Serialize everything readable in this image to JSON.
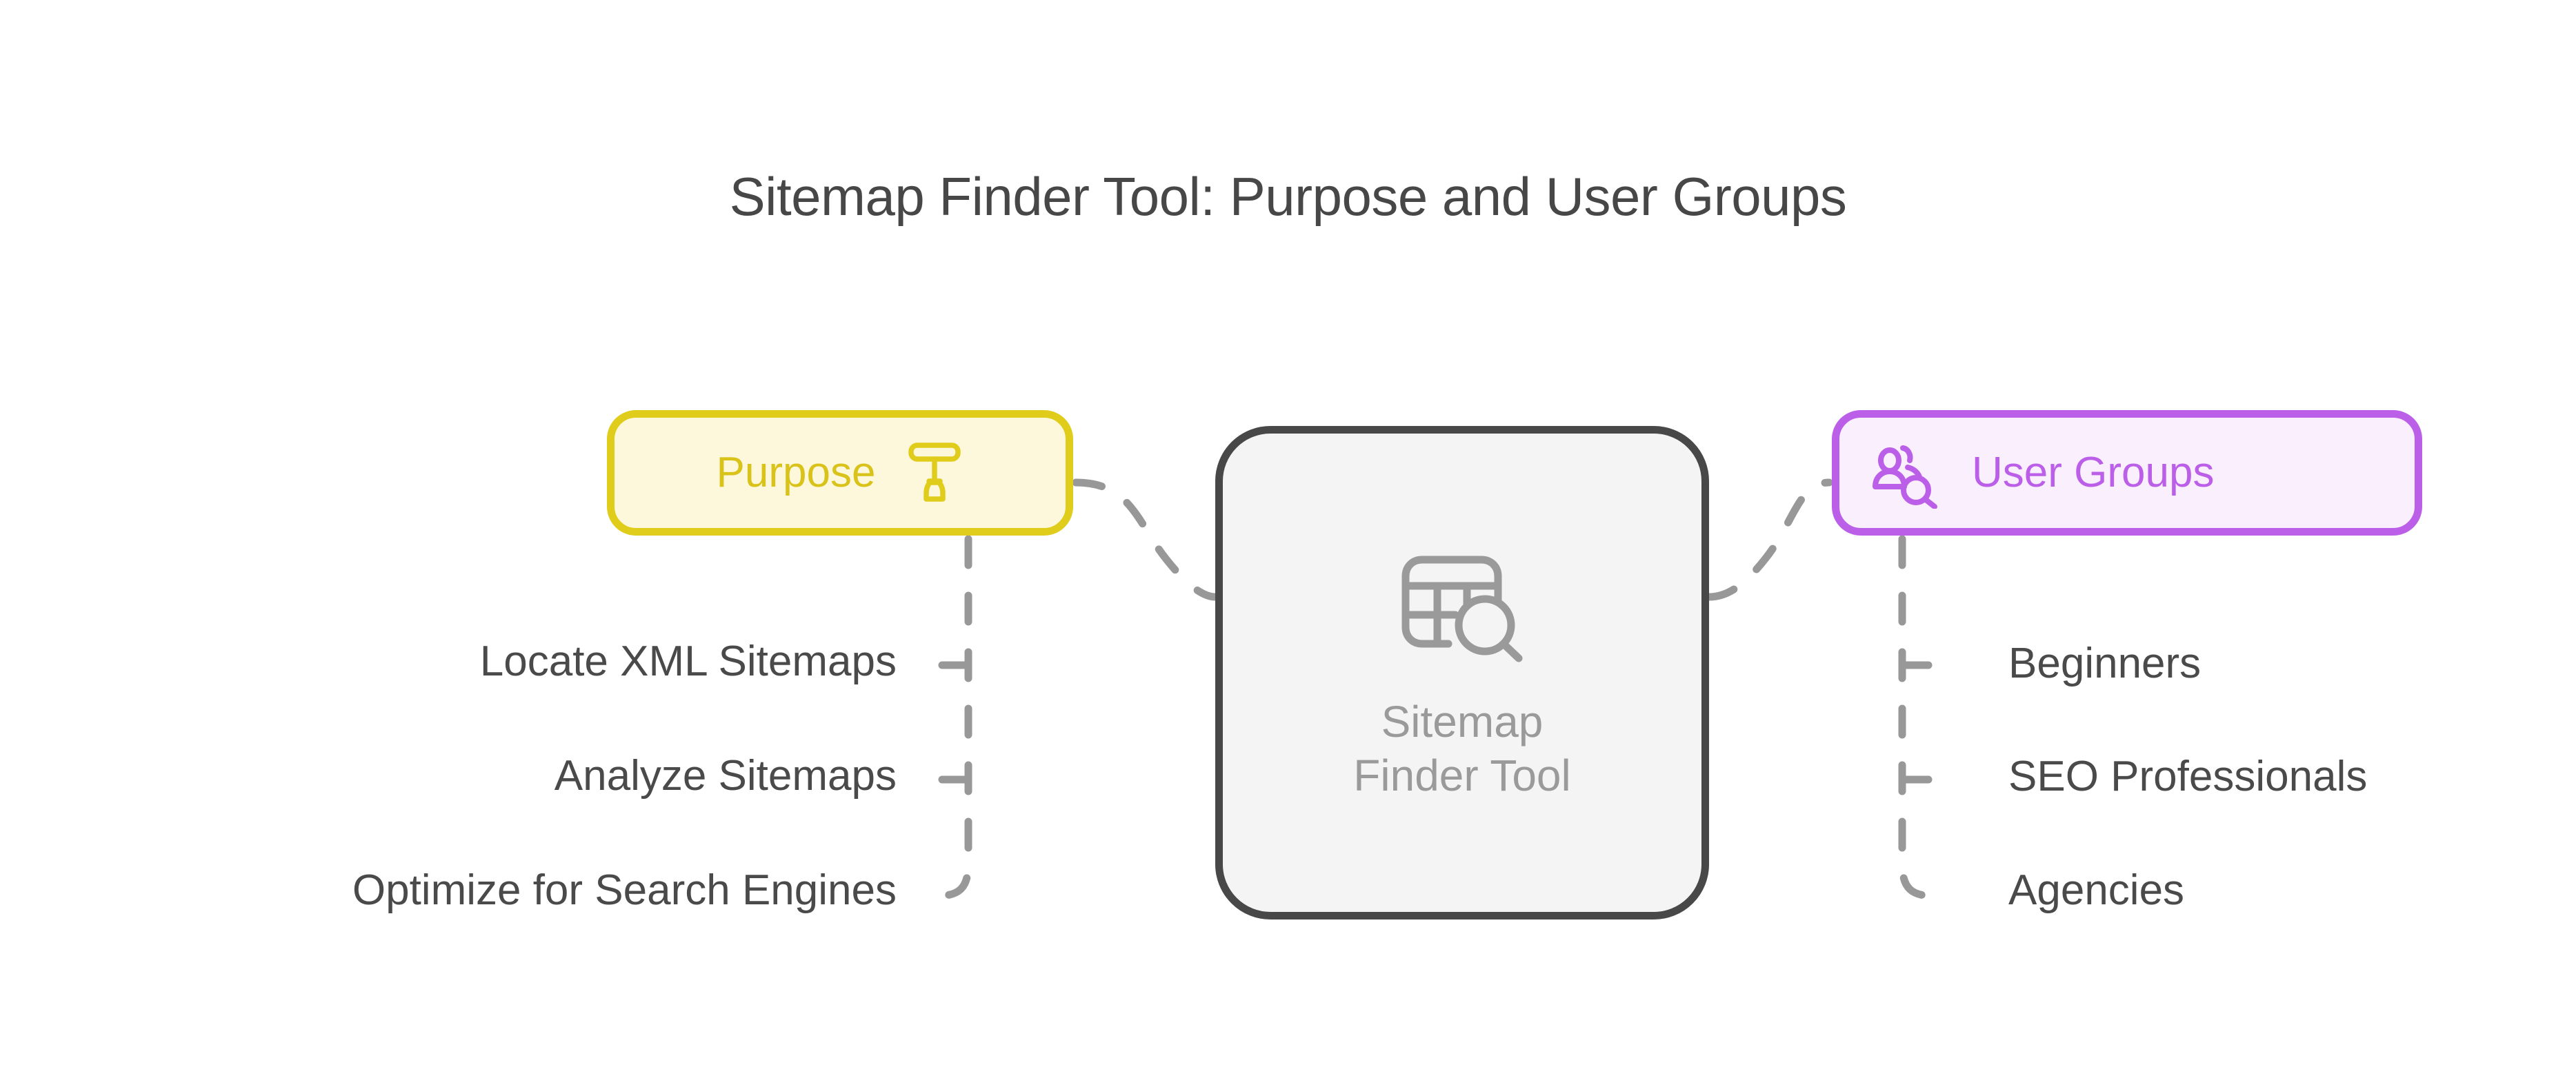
{
  "title": "Sitemap Finder Tool: Purpose and User Groups",
  "center": {
    "label_line1": "Sitemap",
    "label_line2": "Finder Tool",
    "icon": "table-search-icon",
    "border_color": "#484848",
    "fill_color": "#F4F4F4",
    "text_color": "#9A9A9A"
  },
  "branches": [
    {
      "id": "purpose",
      "label": "Purpose",
      "icon": "plunger-tool-icon",
      "side": "left",
      "border_color": "#E0CC1A",
      "fill_color": "#FDF8DB",
      "text_color": "#D9C31A",
      "children": [
        "Locate XML Sitemaps",
        "Analyze Sitemaps",
        "Optimize for Search Engines"
      ]
    },
    {
      "id": "user-groups",
      "label": "User Groups",
      "icon": "users-search-icon",
      "side": "right",
      "border_color": "#BC5FE8",
      "fill_color": "#FAEFFD",
      "text_color": "#BC5FE8",
      "children": [
        "Beginners",
        "SEO Professionals",
        "Agencies"
      ]
    }
  ],
  "connector": {
    "color": "#989898",
    "style": "dashed",
    "width": 11
  },
  "background_color": "#FFFFFF",
  "title_color": "#474747",
  "leaf_text_color": "#4A4A4A"
}
